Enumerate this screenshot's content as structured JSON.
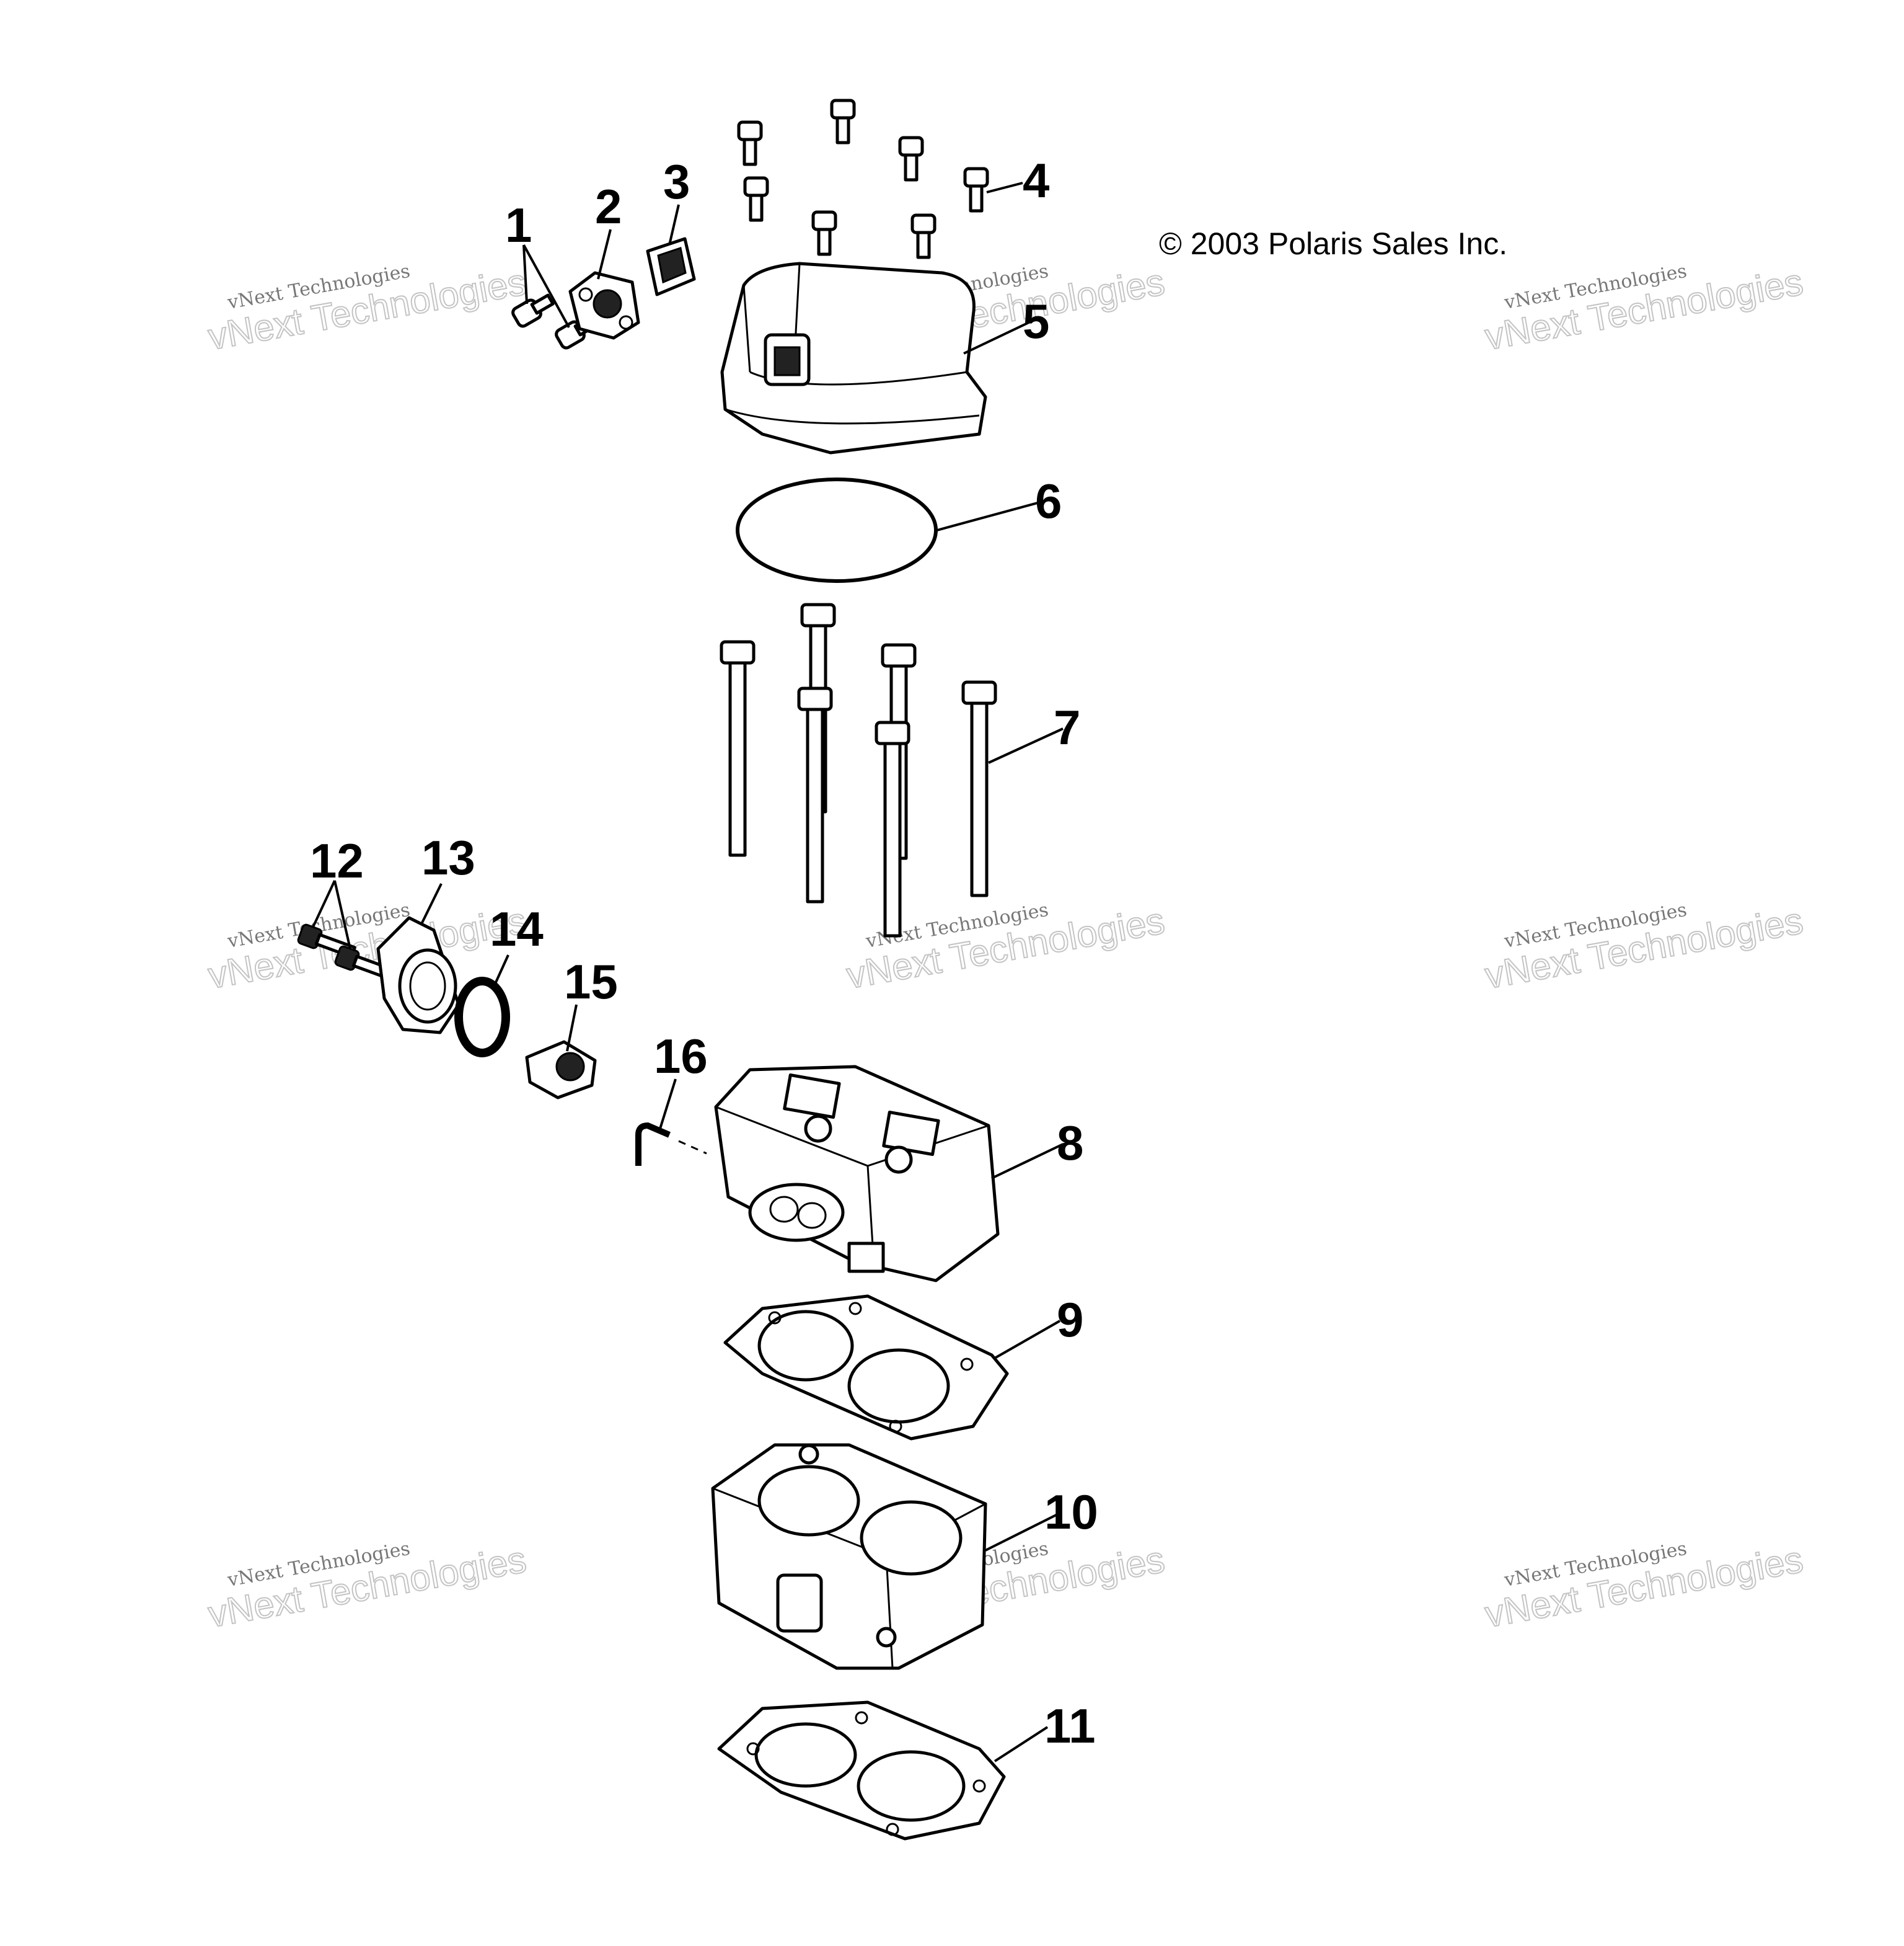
{
  "copyright": "© 2003 Polaris Sales Inc.",
  "watermark": {
    "line1": "vNext Technologies",
    "line2": "vNext Technologies"
  },
  "callouts": [
    {
      "label": "1",
      "part": "screw"
    },
    {
      "label": "2",
      "part": "sensor"
    },
    {
      "label": "3",
      "part": "seal"
    },
    {
      "label": "4",
      "part": "bolt"
    },
    {
      "label": "5",
      "part": "valve-cover"
    },
    {
      "label": "6",
      "part": "o-ring"
    },
    {
      "label": "7",
      "part": "head-bolt"
    },
    {
      "label": "8",
      "part": "cylinder-head"
    },
    {
      "label": "9",
      "part": "head-gasket"
    },
    {
      "label": "10",
      "part": "cylinder"
    },
    {
      "label": "11",
      "part": "base-gasket"
    },
    {
      "label": "12",
      "part": "screw"
    },
    {
      "label": "13",
      "part": "thermostat-housing"
    },
    {
      "label": "14",
      "part": "gasket"
    },
    {
      "label": "15",
      "part": "thermostat"
    },
    {
      "label": "16",
      "part": "fitting"
    }
  ]
}
